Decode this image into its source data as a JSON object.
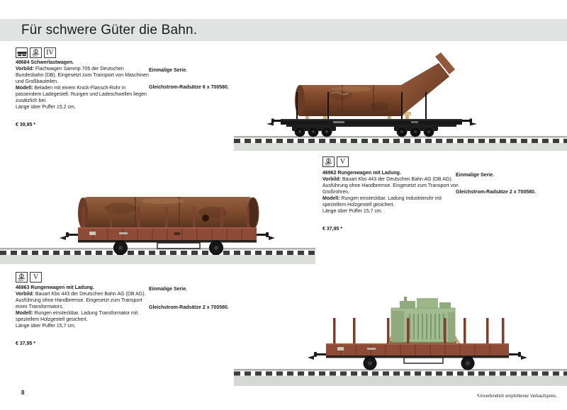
{
  "page": {
    "title": "Für schwere Güter die Bahn.",
    "page_number": "8",
    "footnote": "*Unverbindlich empfohlener Verkaufspreis.",
    "colors": {
      "header_bg": "#e1e3e2",
      "text": "#1a1a1a",
      "rust_pipe": "#7b4529",
      "wagon_brown": "#8d4b38",
      "transformer_green": "#a2bc90",
      "track_strip": "#dcdedc"
    }
  },
  "labels": {
    "vorbild": "Vorbild:",
    "modell": "Modell:",
    "nem_icon": "NEM"
  },
  "products": [
    {
      "number_title": "48684 Schwerlastwagen.",
      "vorbild": "Flachwagen Sammp 705 der Deutschen Bundesbahn (DB). Eingesetzt zum Transport von Maschinen und Großbauteilen.",
      "modell": "Beladen mit einem Knick-Flansch-Rohr in passendem Ladegestell. Rungen und Ladeschwellen liegen zusätzlich bei.",
      "length": "Länge über Puffer 15,2 cm.",
      "price": "€ 39,95 *",
      "series_note": "Einmalige Serie.",
      "wheelset_note": "Gleichstrom-Radsätze 6 x 700580.",
      "epoch": "IV",
      "photo_alt": "Schwarzer Schwerlastwagen mit rostigem Knick-Flansch-Rohr auf Gleis"
    },
    {
      "number_title": "46962 Rungenwagen mit Ladung.",
      "vorbild": "Bauart Kbs 443 der Deutschen Bahn AG (DB AG). Ausführung ohne Handbremse. Eingesetzt zum Transport von Großrohren.",
      "modell": "Rungen einsteckbar. Ladung Industrierohr mit speziellem Holzgestell gesichert.",
      "length": "Länge über Puffer 15,7 cm.",
      "price": "€ 37,95 *",
      "series_note": "Einmalige Serie.",
      "wheelset_note": "Gleichstrom-Radsätze 2 x 700580.",
      "epoch": "V",
      "photo_alt": "Brauner Rungenwagen mit rostigem Industrierohr auf Gleis"
    },
    {
      "number_title": "46963 Rungenwagen mit Ladung.",
      "vorbild": "Bauart Kbs 443 der Deutschen Bahn AG (DB AG). Ausführung ohne Handbremse. Eingesetzt zum Transport eines Transformators.",
      "modell": "Rungen einsteckbar. Ladung Transformator mit speziellem Holzgestell gesichert.",
      "length": "Länge über Puffer 15,7 cm.",
      "price": "€ 37,95 *",
      "series_note": "Einmalige Serie.",
      "wheelset_note": "Gleichstrom-Radsätze 2 x 700580.",
      "epoch": "V",
      "photo_alt": "Brauner Rungenwagen mit grünem Transformator auf Gleis"
    }
  ]
}
